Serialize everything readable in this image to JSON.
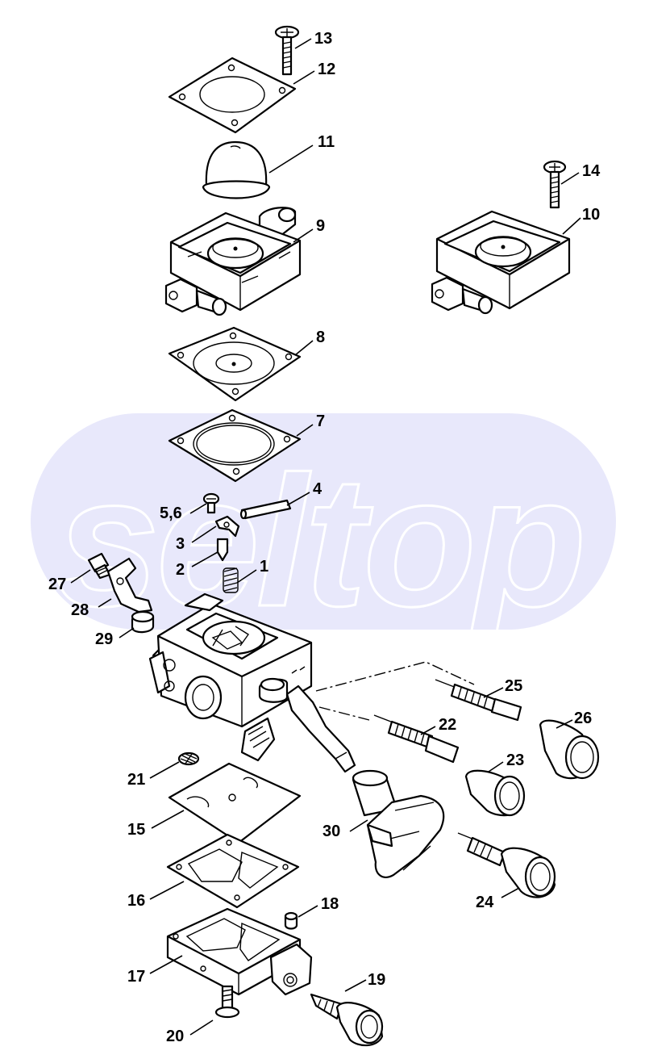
{
  "watermark": {
    "text": "seltop",
    "band_color": "#e8e8fb"
  },
  "parts": [
    {
      "id": "p13",
      "label": "13"
    },
    {
      "id": "p12",
      "label": "12"
    },
    {
      "id": "p11",
      "label": "11"
    },
    {
      "id": "p14",
      "label": "14"
    },
    {
      "id": "p9",
      "label": "9"
    },
    {
      "id": "p10",
      "label": "10"
    },
    {
      "id": "p8",
      "label": "8"
    },
    {
      "id": "p7",
      "label": "7"
    },
    {
      "id": "p4",
      "label": "4"
    },
    {
      "id": "p56",
      "label": "5,6"
    },
    {
      "id": "p3",
      "label": "3"
    },
    {
      "id": "p2",
      "label": "2"
    },
    {
      "id": "p1",
      "label": "1"
    },
    {
      "id": "p27",
      "label": "27"
    },
    {
      "id": "p28",
      "label": "28"
    },
    {
      "id": "p29",
      "label": "29"
    },
    {
      "id": "p25",
      "label": "25"
    },
    {
      "id": "p26",
      "label": "26"
    },
    {
      "id": "p22",
      "label": "22"
    },
    {
      "id": "p23",
      "label": "23"
    },
    {
      "id": "p21",
      "label": "21"
    },
    {
      "id": "p15",
      "label": "15"
    },
    {
      "id": "p30",
      "label": "30"
    },
    {
      "id": "p16",
      "label": "16"
    },
    {
      "id": "p24",
      "label": "24"
    },
    {
      "id": "p18",
      "label": "18"
    },
    {
      "id": "p17",
      "label": "17"
    },
    {
      "id": "p19",
      "label": "19"
    },
    {
      "id": "p20",
      "label": "20"
    }
  ]
}
